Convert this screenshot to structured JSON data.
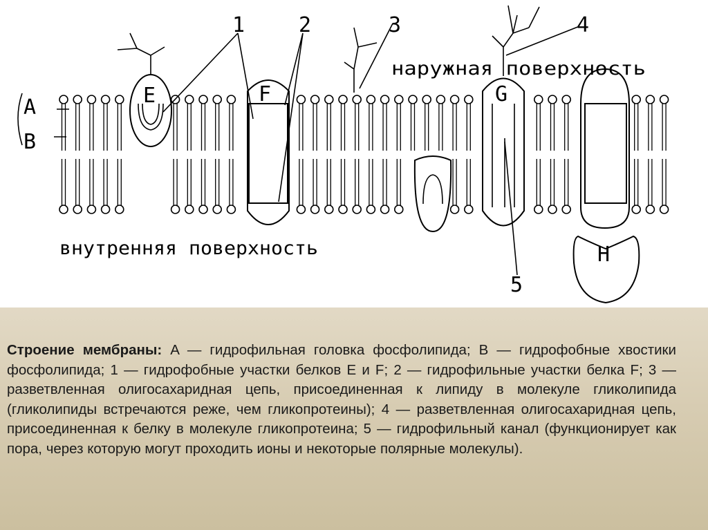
{
  "diagram": {
    "outer_surface_label": "наружная поверхность",
    "inner_surface_label": "внутренняя поверхность",
    "letters": {
      "A": "A",
      "B": "B",
      "E": "E",
      "F": "F",
      "G": "G",
      "H": "H"
    },
    "numbers": {
      "n1": "1",
      "n2": "2",
      "n3": "3",
      "n4": "4",
      "n5": "5"
    }
  },
  "caption": {
    "title": "Строение мембраны:",
    "text": " A — гидрофильная головка фосфолипида; B — гидрофобные хвостики фосфолипида; 1 — гидрофобные участки белков E и F; 2 — гидрофильные участки белка F; 3 — разветвленная олигосахаридная цепь, присоединенная к липиду в молекуле гликолипида (гликолипиды встречаются реже, чем гликопротеины); 4 — разветвленная олигосахаридная цепь, присоединенная к белку в молекуле гликопротеина; 5 — гидрофильный канал (функционирует как пора, через которую могут проходить ионы и некоторые полярные молекулы)."
  }
}
